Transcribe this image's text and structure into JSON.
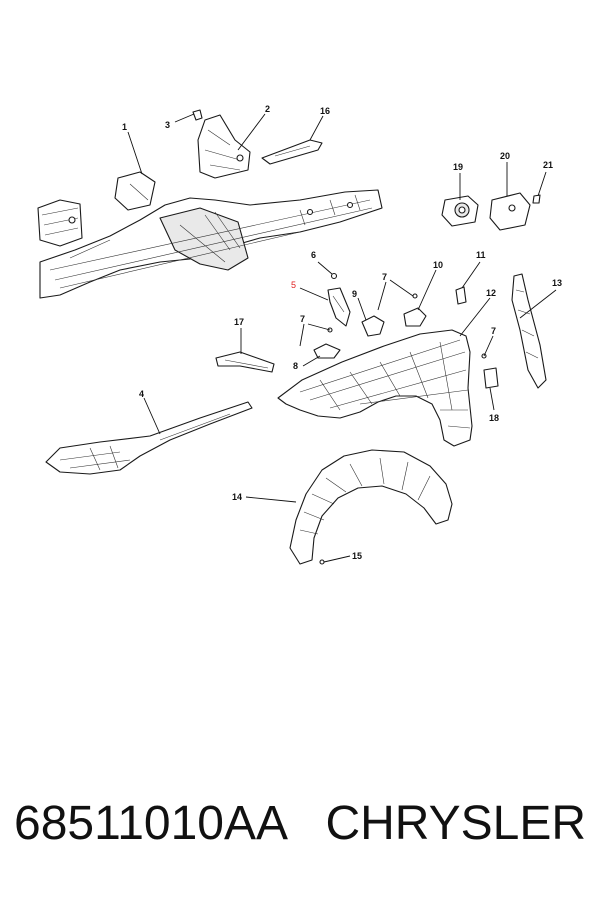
{
  "diagram": {
    "callouts": [
      {
        "id": "c1",
        "label": "1"
      },
      {
        "id": "c2",
        "label": "2"
      },
      {
        "id": "c3",
        "label": "3"
      },
      {
        "id": "c4",
        "label": "4"
      },
      {
        "id": "c5",
        "label": "5",
        "highlighted": true
      },
      {
        "id": "c6",
        "label": "6"
      },
      {
        "id": "c7a",
        "label": "7"
      },
      {
        "id": "c7b",
        "label": "7"
      },
      {
        "id": "c7c",
        "label": "7"
      },
      {
        "id": "c8",
        "label": "8"
      },
      {
        "id": "c9",
        "label": "9"
      },
      {
        "id": "c10",
        "label": "10"
      },
      {
        "id": "c11",
        "label": "11"
      },
      {
        "id": "c12",
        "label": "12"
      },
      {
        "id": "c13",
        "label": "13"
      },
      {
        "id": "c14",
        "label": "14"
      },
      {
        "id": "c15",
        "label": "15"
      },
      {
        "id": "c16",
        "label": "16"
      },
      {
        "id": "c17",
        "label": "17"
      },
      {
        "id": "c18",
        "label": "18"
      },
      {
        "id": "c19",
        "label": "19"
      },
      {
        "id": "c20",
        "label": "20"
      },
      {
        "id": "c21",
        "label": "21"
      }
    ]
  },
  "footer": {
    "part_number": "68511010AA",
    "brand": "CHRYSLER"
  },
  "colors": {
    "line": "#111111",
    "highlight": "#e02020",
    "background": "#ffffff"
  }
}
